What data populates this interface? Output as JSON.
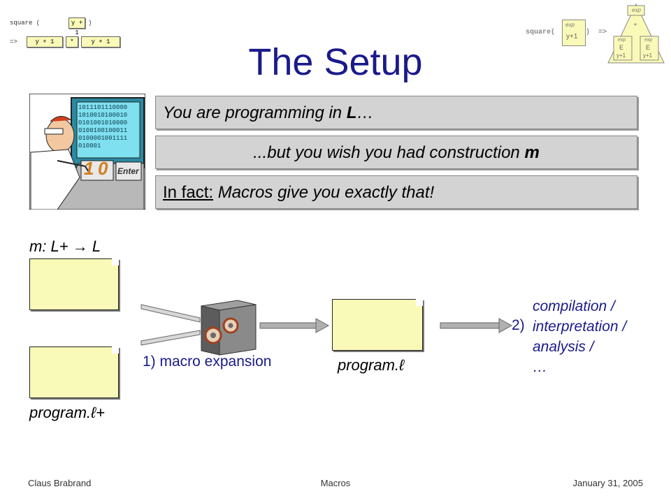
{
  "code_example": {
    "square_kw": "square (",
    "arg": "y + 1",
    "close_paren": ")",
    "arrow": "=>",
    "left": "y + 1",
    "op": "*",
    "right": "y + 1"
  },
  "tree_example": {
    "square_kw": "square(",
    "exp": "exp",
    "y1": "y+1",
    "close_paren": ")",
    "arrow": "=>",
    "root": "exp",
    "star": "*",
    "sub_exp": "exp",
    "sub_E": "E"
  },
  "title": "The Setup",
  "banners": {
    "b1_pre": "You are programming in ",
    "b1_bold": "L",
    "b1_post": "…",
    "b2_pre": "...but you wish you had construction ",
    "b2_bold": "m",
    "b3_underlined": "In fact:",
    "b3_rest": " Macros give you exactly that!"
  },
  "cartoon": {
    "binary_lines": [
      "1011101110000",
      "1010010100010",
      "0101001010000",
      "0100100100011",
      "0100001001111",
      "010001"
    ],
    "keys": [
      "1",
      "0",
      "Enter"
    ]
  },
  "diagram": {
    "macro_sig": "m: L+ → L",
    "step1": "1) macro expansion",
    "program_l": "program.ℓ",
    "program_lplus": "program.ℓ+",
    "step2_lines": [
      "compilation /",
      "interpretation /",
      "analysis /",
      "…"
    ],
    "step2_num": "2)"
  },
  "footer": {
    "author": "Claus Brabrand",
    "topic": "Macros",
    "date": "January 31, 2005"
  },
  "colors": {
    "title": "#1a1a8c",
    "note_fill": "#fafab8",
    "banner_fill": "#d3d3d3"
  }
}
